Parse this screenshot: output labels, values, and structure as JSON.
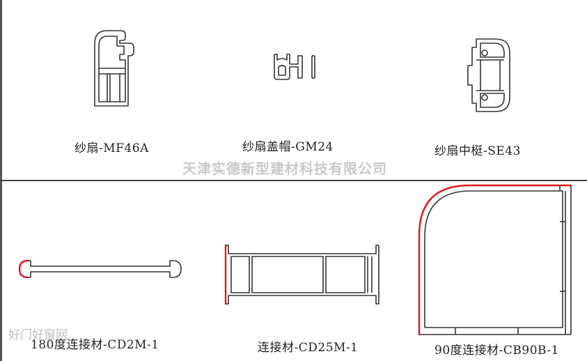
{
  "watermark": "天津实德新型建材科技有限公司",
  "site_mark": "好门好窗网",
  "accent_color": "#e01818",
  "profiles": [
    {
      "id": "MF46A",
      "caption": "纱扇-MF46A"
    },
    {
      "id": "GM24",
      "caption": "纱扇盖帽-GM24"
    },
    {
      "id": "SE43",
      "caption": "纱扇中梃-SE43"
    },
    {
      "id": "CD2M-1",
      "caption": "180度连接材-CD2M-1"
    },
    {
      "id": "CD25M-1",
      "caption": "连接材-CD25M-1"
    },
    {
      "id": "CB90B-1",
      "caption": "90度连接材-CB90B-1"
    }
  ]
}
